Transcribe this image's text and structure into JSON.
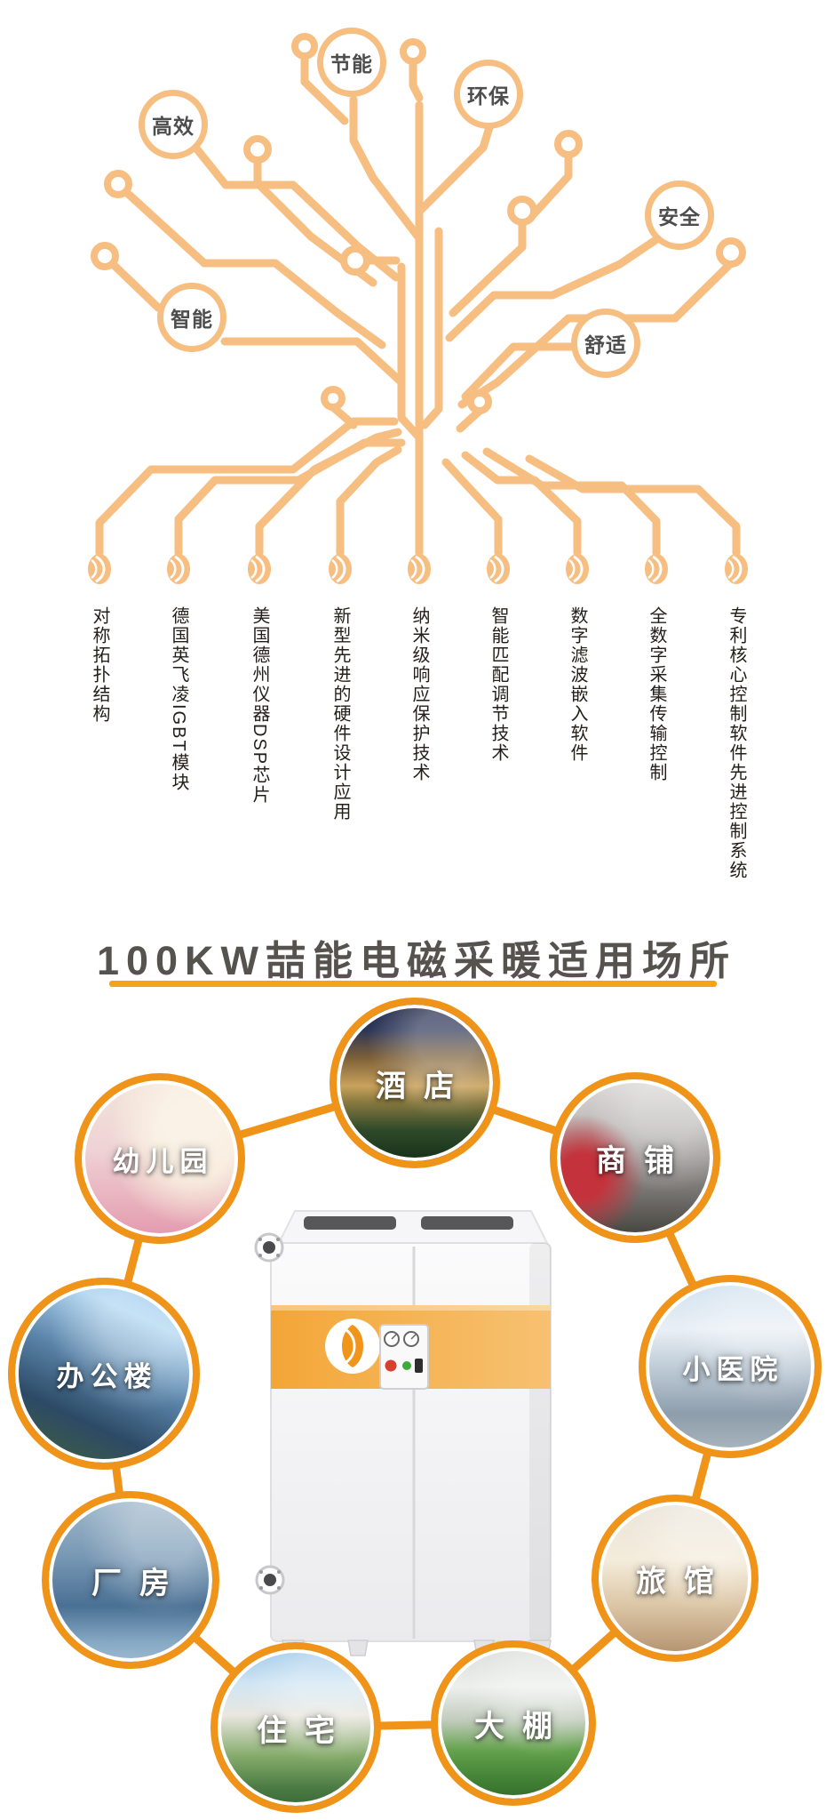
{
  "colors": {
    "tree_line": "#F7BE82",
    "bean_fill": "#F7BE82",
    "ring_orange": "#EF9418",
    "underline_orange": "#F6A21D",
    "title_gray": "#56524E",
    "label_dark": "#241E1A"
  },
  "tree": {
    "bubbles": [
      {
        "label": "节能"
      },
      {
        "label": "环保"
      },
      {
        "label": "高效"
      },
      {
        "label": "安全"
      },
      {
        "label": "智能"
      },
      {
        "label": "舒适"
      }
    ],
    "technologies": [
      "对称拓扑结构",
      "德国英飞凌IGBT模块",
      "美国德州仪器DSP芯片",
      "新型先进的硬件设计应用",
      "纳米级响应保护技术",
      "智能匹配调节技术",
      "数字滤波嵌入软件",
      "全数字采集传输控制",
      "专利核心控制软件先进控制系统"
    ]
  },
  "section": {
    "title": "100KW喆能电磁采暖适用场所"
  },
  "scenes": [
    {
      "label": "酒店"
    },
    {
      "label": "商铺"
    },
    {
      "label": "幼儿园"
    },
    {
      "label": "小医院"
    },
    {
      "label": "办公楼"
    },
    {
      "label": "厂房"
    },
    {
      "label": "旅馆"
    },
    {
      "label": "住宅"
    },
    {
      "label": "大棚"
    }
  ]
}
